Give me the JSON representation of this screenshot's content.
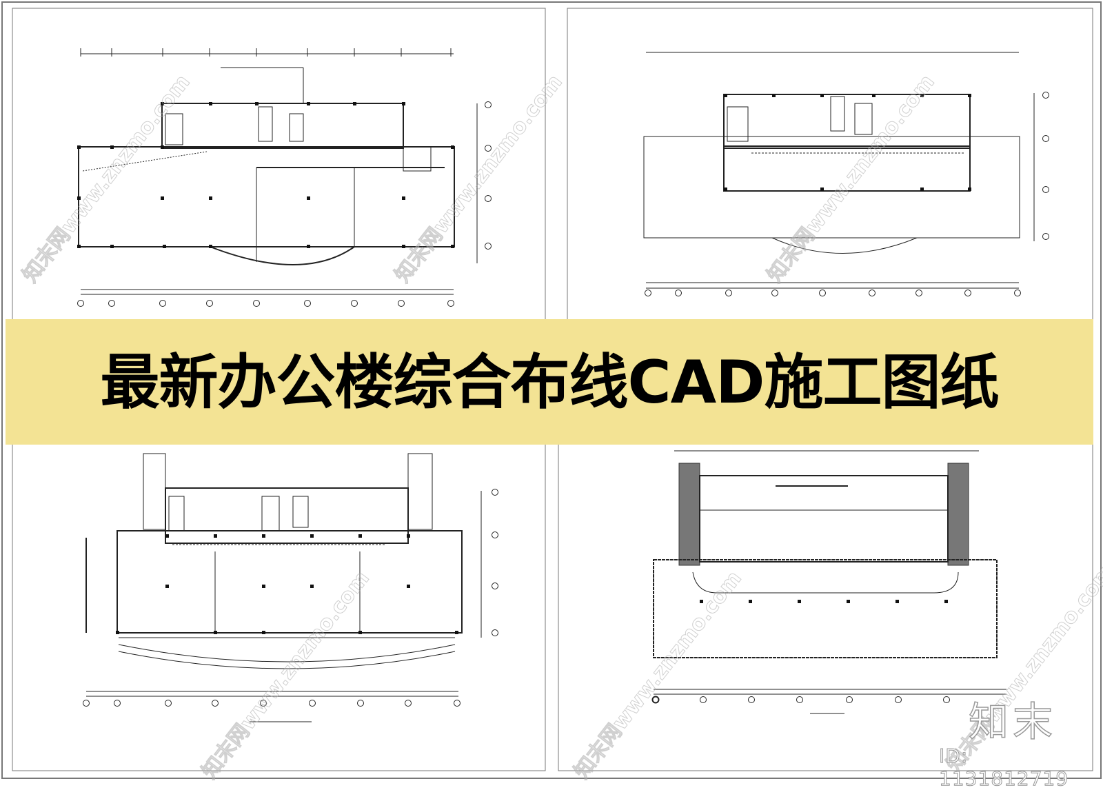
{
  "title": "最新办公楼综合布线CAD施工图纸",
  "banner_color": "#f3e394",
  "logo": {
    "text": "知末",
    "id_label": "ID: 1131812719"
  },
  "watermark": "知末网www.znzmo.com",
  "sheets": [
    {
      "name": "plan-top-left"
    },
    {
      "name": "plan-top-right"
    },
    {
      "name": "plan-bottom-left"
    },
    {
      "name": "plan-bottom-right"
    }
  ]
}
